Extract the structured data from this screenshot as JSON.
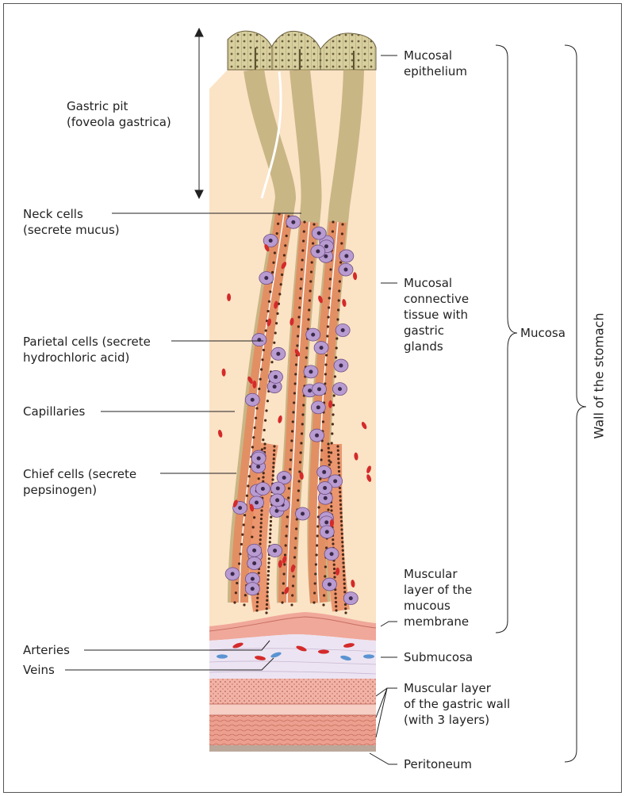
{
  "labels": {
    "gastric_pit": [
      "Gastric pit",
      "(foveola gastrica)"
    ],
    "neck_cells": [
      "Neck cells",
      "(secrete mucus)"
    ],
    "parietal_cells": [
      "Parietal cells (secrete",
      "hydrochloric acid)"
    ],
    "capillaries": "Capillaries",
    "chief_cells": [
      "Chief cells (secrete",
      "pepsinogen)"
    ],
    "arteries": "Arteries",
    "veins": "Veins",
    "mucosal_epithelium": [
      "Mucosal",
      "epithelium"
    ],
    "mucosal_connective": [
      "Mucosal",
      "connective",
      "tissue with",
      "gastric",
      "glands"
    ],
    "muscular_mucous": [
      "Muscular",
      "layer of the",
      "mucous",
      "membrane"
    ],
    "submucosa": "Submucosa",
    "muscular_gastric": [
      "Muscular layer",
      "of the gastric wall",
      "(with 3 layers)"
    ],
    "peritoneum": "Peritoneum",
    "mucosa": "Mucosa",
    "wall": "Wall of the stomach"
  },
  "colors": {
    "lamina": "#fbe3c6",
    "pit_epithelium": "#d8cf9f",
    "chief_cell": "#e8885e",
    "parietal_cell": "#b89bd0",
    "muscularis_mucosae": "#f0a89a",
    "submucosa": "#ece4f2",
    "muscle": "#ec9f8e",
    "peritoneum": "#bba89a",
    "capillary": "#d42a2a",
    "vein": "#5b93d2"
  }
}
